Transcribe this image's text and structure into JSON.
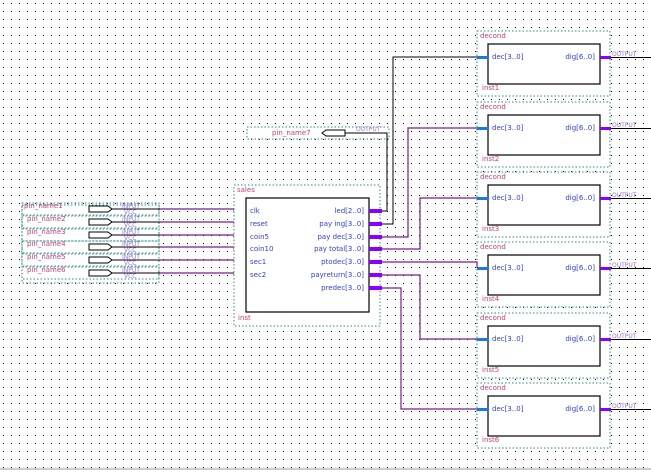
{
  "sales": {
    "name": "sales",
    "instance": "inst",
    "inputs": [
      "clk",
      "reset",
      "coin5",
      "coin10",
      "sec1",
      "sec2"
    ],
    "outputs": [
      "led[2..0]",
      "pay ing[3..0]",
      "pay dec[3..0]",
      "pay total[3..0]",
      "ptodec[3..0]",
      "payreturn[3..0]",
      "predec[3..0]"
    ]
  },
  "input_pins": [
    {
      "name": "pin_name1",
      "type": "INPUT",
      "default": "VCC"
    },
    {
      "name": "pin_name2",
      "type": "INPUT",
      "default": "VCC"
    },
    {
      "name": "pin_name3",
      "type": "INPUT",
      "default": "VCC"
    },
    {
      "name": "pin_name4",
      "type": "INPUT",
      "default": "VCC"
    },
    {
      "name": "pin_name5",
      "type": "INPUT",
      "default": "VCC"
    },
    {
      "name": "pin_name6",
      "type": "INPUT",
      "default": "VCC"
    }
  ],
  "output_pin": {
    "name": "pin_name7",
    "type": "OUTPUT"
  },
  "deconds": [
    {
      "name": "decond",
      "instance": "inst1",
      "in": "dec[3..0]",
      "out": "dig[6..0]",
      "out_type": "OUTPUT"
    },
    {
      "name": "decond",
      "instance": "inst2",
      "in": "dec[3..0]",
      "out": "dig[6..0]",
      "out_type": "OUTPUT"
    },
    {
      "name": "decond",
      "instance": "inst3",
      "in": "dec[3..0]",
      "out": "dig[6..0]",
      "out_type": "OUTPUT"
    },
    {
      "name": "decond",
      "instance": "inst4",
      "in": "dec[3..0]",
      "out": "dig[6..0]",
      "out_type": "OUTPUT"
    },
    {
      "name": "decond",
      "instance": "inst5",
      "in": "dec[3..0]",
      "out": "dig[6..0]",
      "out_type": "OUTPUT"
    },
    {
      "name": "decond",
      "instance": "inst6",
      "in": "dec[3..0]",
      "out": "dig[6..0]",
      "out_type": "OUTPUT"
    }
  ],
  "colors": {
    "wire": "#000000",
    "bus": "#7a1a8a",
    "port_stub_in": "#1a7ae0",
    "port_stub_out": "#8a00ff",
    "grid": "#000000"
  }
}
